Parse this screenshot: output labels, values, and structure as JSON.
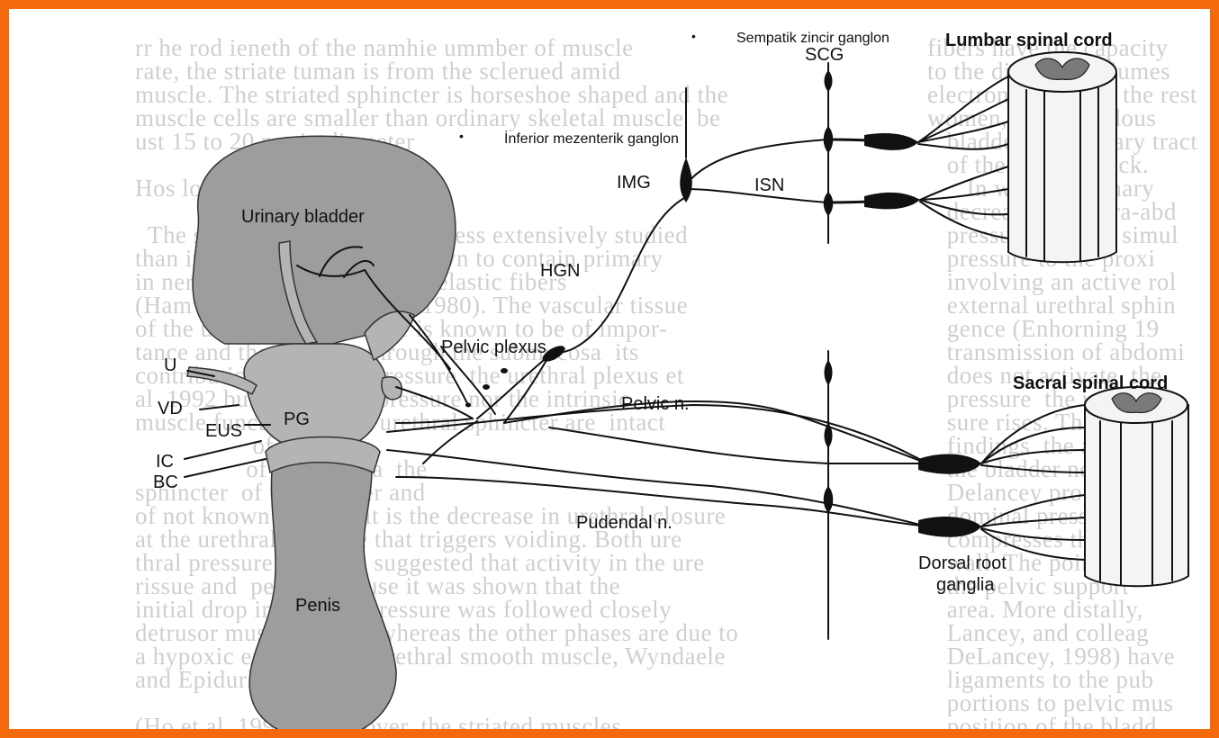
{
  "labels": {
    "bullet_symbol": "•",
    "sympathetic_chain_ganglion": "Sempatik zincir ganglon",
    "inferior_mesenteric_ganglion": "İnferior mezenterik ganglon",
    "scg": "SCG",
    "lumbar_spinal_cord": "Lumbar spinal cord",
    "img": "IMG",
    "isn": "ISN",
    "urinary_bladder": "Urinary bladder",
    "hgn": "HGN",
    "pelvic_plexus": "Pelvic plexus",
    "u": "U",
    "vd": "VD",
    "eus": "EUS",
    "pg": "PG",
    "ic": "IC",
    "bc": "BC",
    "pelvic_n": "Pelvic n.",
    "sacral_spinal_cord": "Sacral spinal cord",
    "pudendal_n": "Pudendal n.",
    "penis": "Penis",
    "dorsal_root_ganglia_line1": "Dorsal root",
    "dorsal_root_ganglia_line2": "ganglia"
  },
  "colors": {
    "border": "#f26a0c",
    "organ_fill": "#9d9d9d",
    "line": "#111111",
    "background_text": "#cfcfcf"
  }
}
